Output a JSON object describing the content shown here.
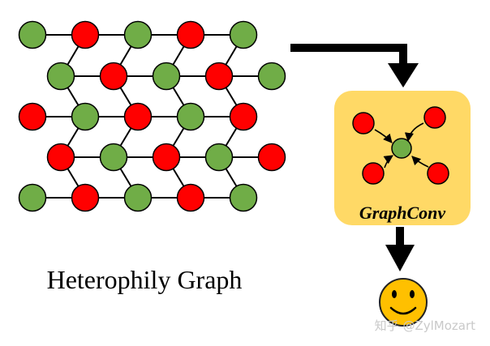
{
  "graph": {
    "title": "Heterophily Graph",
    "rows": [
      [
        "green",
        "red",
        "green",
        "red",
        "green"
      ],
      [
        "green",
        "red",
        "green",
        "red",
        "green"
      ],
      [
        "red",
        "green",
        "red",
        "green",
        "red"
      ],
      [
        "red",
        "green",
        "red",
        "green",
        "red"
      ],
      [
        "green",
        "red",
        "green",
        "red",
        "green"
      ]
    ]
  },
  "graphconv": {
    "label": "GraphConv",
    "center_node": "green",
    "neighbor_nodes": [
      "red",
      "red",
      "red",
      "red"
    ]
  },
  "output": {
    "icon": "smiley-face-icon"
  },
  "watermark": "知乎 @ZylMozart",
  "colors": {
    "red_node": "#ff0000",
    "green_node": "#70ad47",
    "box_fill": "#ffd966",
    "edge": "#000000",
    "smiley_fill": "#ffc000"
  }
}
